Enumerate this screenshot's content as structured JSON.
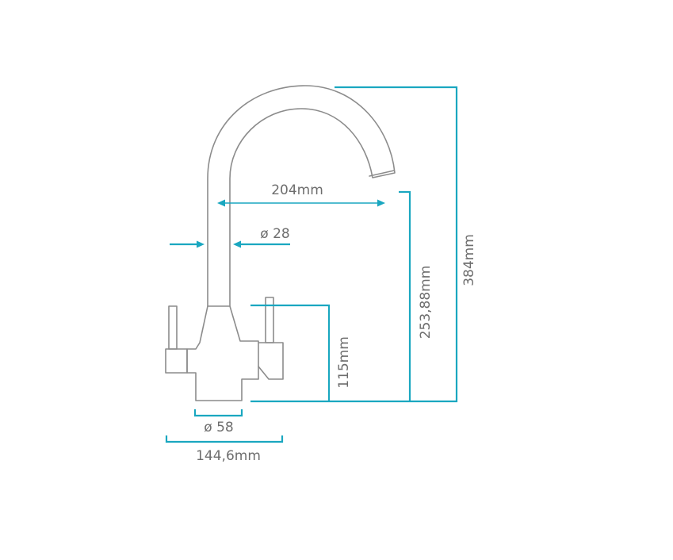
{
  "labels": {
    "reach": "204mm",
    "spout_diameter": "ø 28",
    "lever_height": "115mm",
    "spout_height": "253,88mm",
    "total_height": "384mm",
    "base_diameter": "ø 58",
    "total_width": "144,6mm"
  },
  "colors": {
    "dimension": "#1aa7c0",
    "outline": "#8c8c8c",
    "text": "#6e6e6e"
  }
}
